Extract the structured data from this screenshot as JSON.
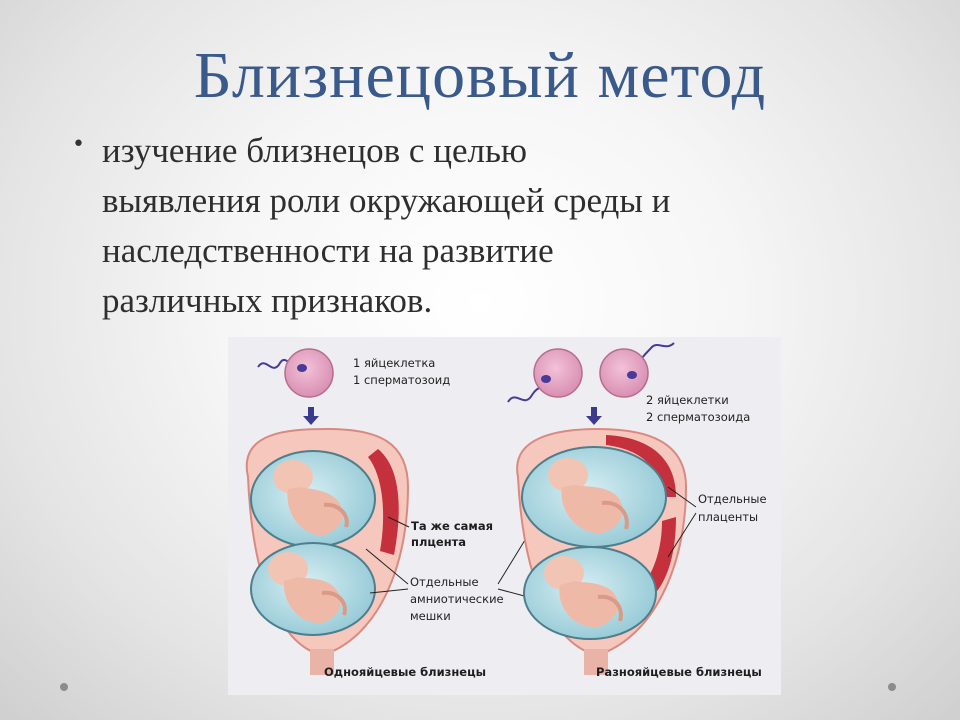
{
  "title": "Близнецовый метод",
  "bullets": [
    {
      "text": "изучение близнецов  с целью\nвыявления роли  окружающей среды  и\nнаследственности  на развитие\nразличных признаков."
    }
  ],
  "figure": {
    "left_top_1": "1 яйцеклетка",
    "left_top_2": "1 сперматозоид",
    "right_top_1": "2 яйцеклетки",
    "right_top_2": "2 сперматозоида",
    "same_placenta_1": "Та же самая",
    "same_placenta_2": "плцента",
    "separate_placentas_1": "Отдельные",
    "separate_placentas_2": "плаценты",
    "amniotic_1": "Отдельные",
    "amniotic_2": "амниотические",
    "amniotic_3": "мешки",
    "caption_left": "Однояйцевые близнецы",
    "caption_right": "Разнояйцевые близнецы"
  },
  "colors": {
    "title": "#3a5a8c",
    "egg": "#e6a9c4",
    "uterus_wall": "#f5c7bd",
    "placenta": "#c4303c",
    "amniotic_fluid": "#bfe0e8",
    "fetus": "#f2c4b4",
    "arrow": "#3c3a8c"
  }
}
